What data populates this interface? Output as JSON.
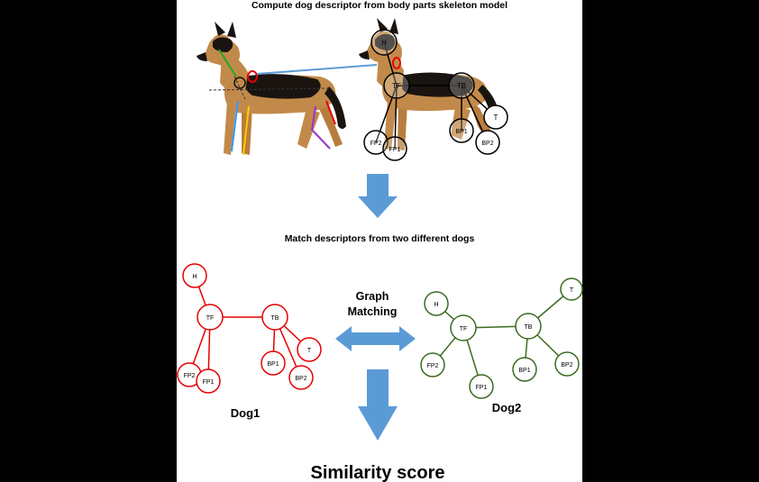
{
  "top_caption": "Compute dog descriptor from body parts skeleton model",
  "match_caption": "Match descriptors from two different dogs",
  "graph_matching_line1": "Graph",
  "graph_matching_line2": "Matching",
  "dog1_label": "Dog1",
  "dog2_label": "Dog2",
  "result_label": "Similarity score",
  "node_labels": {
    "head": "H",
    "torso_front": "TF",
    "torso_back": "TB",
    "tail": "T",
    "front_paw_1": "FP1",
    "front_paw_2": "FP2",
    "back_paw_1": "BP1",
    "back_paw_2": "BP2"
  },
  "colors": {
    "page_background": "#000000",
    "panel_background": "#ffffff",
    "dog1_graph": "#e60000",
    "dog2_graph": "#3d6b23",
    "skeleton": "#000000",
    "arrow": "#5b9bd5",
    "dog_tan": "#c28a4a",
    "dog_black": "#1a1410"
  }
}
